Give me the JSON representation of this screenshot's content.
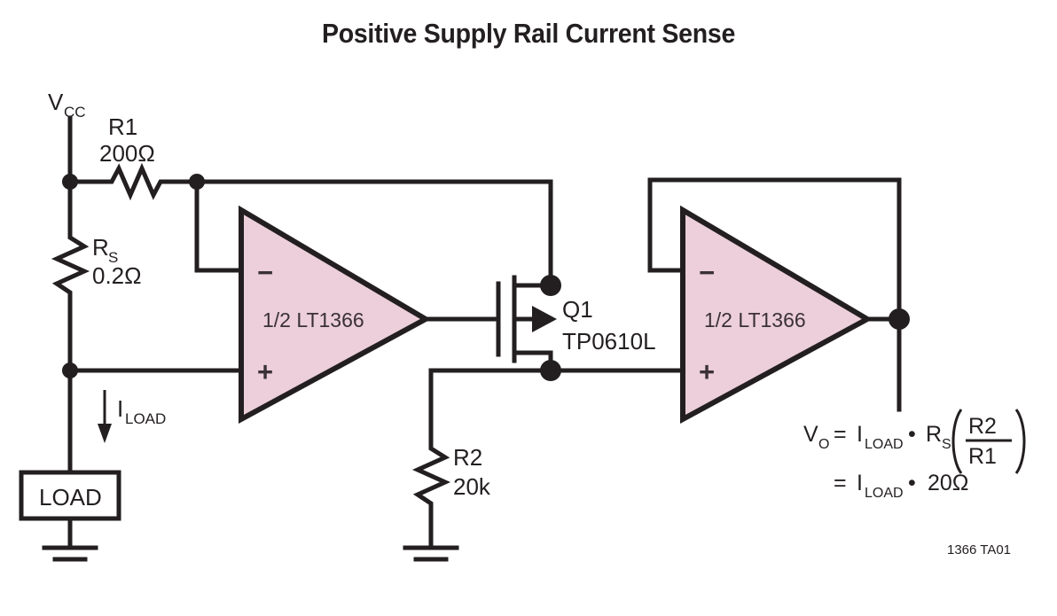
{
  "title": "Positive Supply Rail Current Sense",
  "credit": "1366 TA01",
  "colors": {
    "opamp_fill": "#eccfda",
    "ink": "#231f20",
    "background": "#ffffff"
  },
  "labels": {
    "vcc": "V",
    "vcc_sub": "CC",
    "r1_name": "R1",
    "r1_value": "200Ω",
    "rs_name": "R",
    "rs_name_sub": "S",
    "rs_value": "0.2Ω",
    "iload": "I",
    "iload_sub": "LOAD",
    "load_box": "LOAD",
    "r2_name": "R2",
    "r2_value": "20k",
    "q1_name": "Q1",
    "q1_part": "TP0610L",
    "opamp1": "1/2 LT1366",
    "opamp2": "1/2 LT1366",
    "minus_sign": "−",
    "plus_sign": "+"
  },
  "equation": {
    "line1_vo": "V",
    "line1_vo_sub": "O",
    "line1_eq": "=",
    "line1_iload": "I",
    "line1_iload_sub": "LOAD",
    "line1_dot": "•",
    "line1_rs": "R",
    "line1_rs_sub": "S",
    "line1_paren_open": "(",
    "line1_num": "R2",
    "line1_den": "R1",
    "line1_paren_close": ")",
    "line2_eq": "=",
    "line2_iload": "I",
    "line2_iload_sub": "LOAD",
    "line2_dot": "•",
    "line2_value": "20Ω"
  },
  "components": [
    {
      "ref": "R1",
      "type": "resistor",
      "value": "200Ω"
    },
    {
      "ref": "RS",
      "type": "resistor",
      "value": "0.2Ω"
    },
    {
      "ref": "R2",
      "type": "resistor",
      "value": "20k"
    },
    {
      "ref": "Q1",
      "type": "p-channel-mosfet",
      "value": "TP0610L"
    },
    {
      "ref": "U1A",
      "type": "opamp",
      "value": "1/2 LT1366"
    },
    {
      "ref": "U1B",
      "type": "opamp",
      "value": "1/2 LT1366"
    },
    {
      "ref": "LOAD",
      "type": "block",
      "value": "LOAD"
    }
  ]
}
